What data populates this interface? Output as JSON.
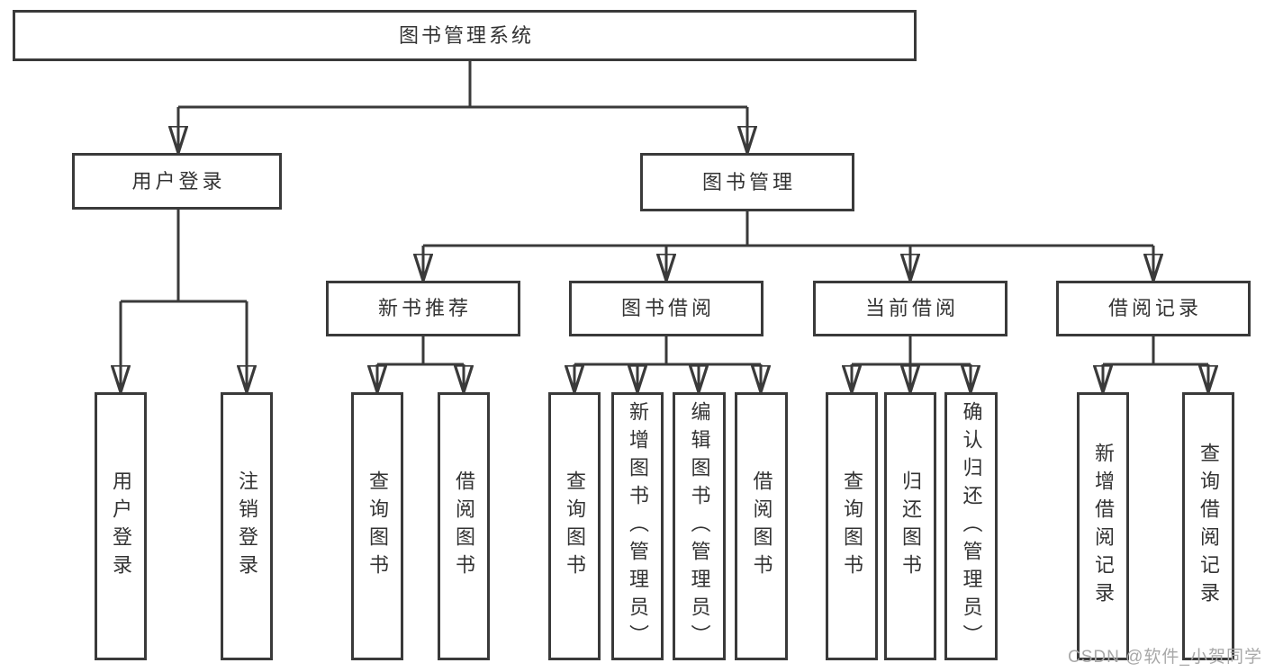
{
  "title": "图书管理系统",
  "watermark": "CSDN @软件_小贺同学",
  "colors": {
    "line": "#3a3a3a",
    "text": "#333333",
    "background": "#ffffff",
    "watermark": "#a8a8a8"
  },
  "tree": {
    "root": {
      "label": "图书管理系统"
    },
    "branches": [
      {
        "label": "用户登录",
        "children": [
          {
            "label": "用户登录"
          },
          {
            "label": "注销登录"
          }
        ]
      },
      {
        "label": "图书管理",
        "children": [
          {
            "label": "新书推荐",
            "children": [
              {
                "label": "查询图书"
              },
              {
                "label": "借阅图书"
              }
            ]
          },
          {
            "label": "图书借阅",
            "children": [
              {
                "label": "查询图书"
              },
              {
                "label": "新增图书（管理员）"
              },
              {
                "label": "编辑图书（管理员）"
              },
              {
                "label": "借阅图书"
              }
            ]
          },
          {
            "label": "当前借阅",
            "children": [
              {
                "label": "查询图书"
              },
              {
                "label": "归还图书"
              },
              {
                "label": "确认归还（管理员）"
              }
            ]
          },
          {
            "label": "借阅记录",
            "children": [
              {
                "label": "新增借阅记录"
              },
              {
                "label": "查询借阅记录"
              }
            ]
          }
        ]
      }
    ]
  }
}
